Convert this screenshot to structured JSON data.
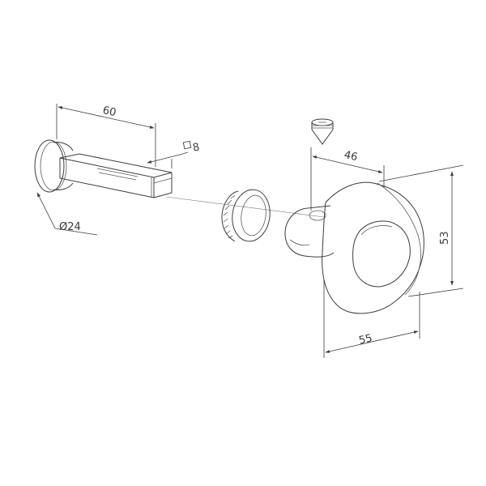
{
  "drawing": {
    "parts": [
      "spindle-bar",
      "rose-escutcheon",
      "knob-bushing",
      "door-knob",
      "grub-screw"
    ],
    "dimensions": {
      "spindle_length": "60",
      "spindle_square": "8",
      "rose_diameter": "Ø24",
      "knob_depth": "46",
      "knob_height": "53",
      "knob_width": "55"
    }
  }
}
